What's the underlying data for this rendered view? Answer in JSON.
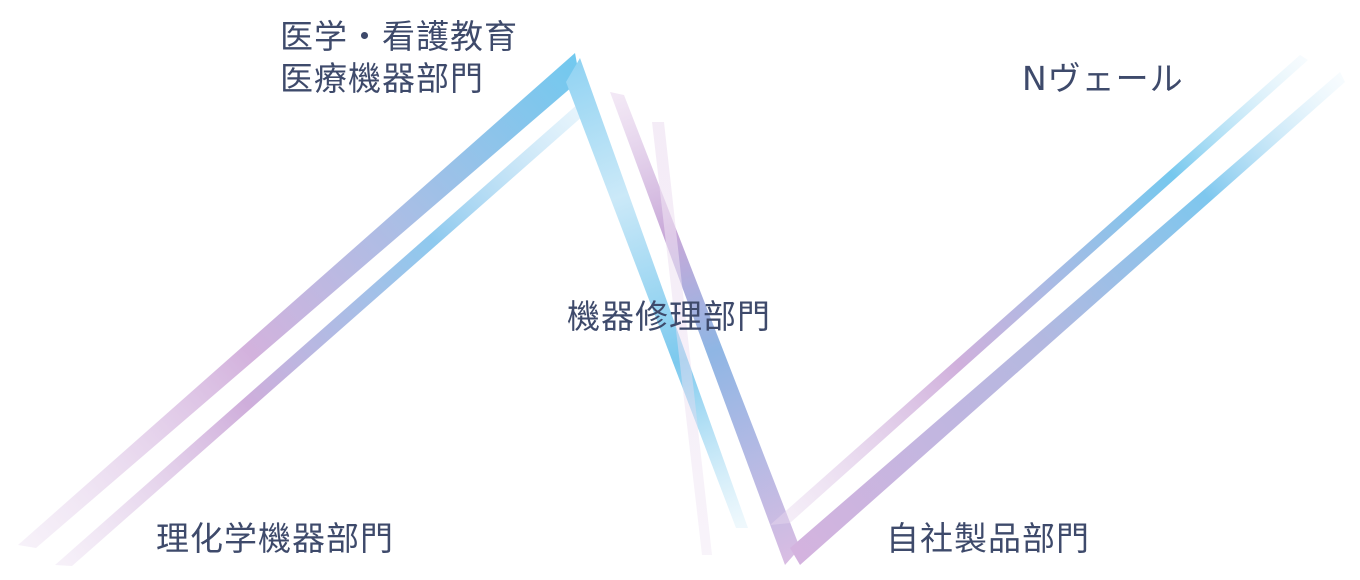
{
  "divisions": {
    "medical": {
      "line1": "医学・看護教育",
      "line2": "医療機器部門"
    },
    "repair": {
      "label": "機器修理部門"
    },
    "nveil": {
      "label": "Nヴェール"
    },
    "chemistry": {
      "label": "理化学機器部門"
    },
    "own_products": {
      "label": "自社製品部門"
    }
  },
  "colors": {
    "text": "#3e4a6b",
    "blue": "#6cc6ee",
    "purple": "#c9a6d6",
    "light_blue": "#d6eefa",
    "light_purple": "#eadcf0"
  }
}
